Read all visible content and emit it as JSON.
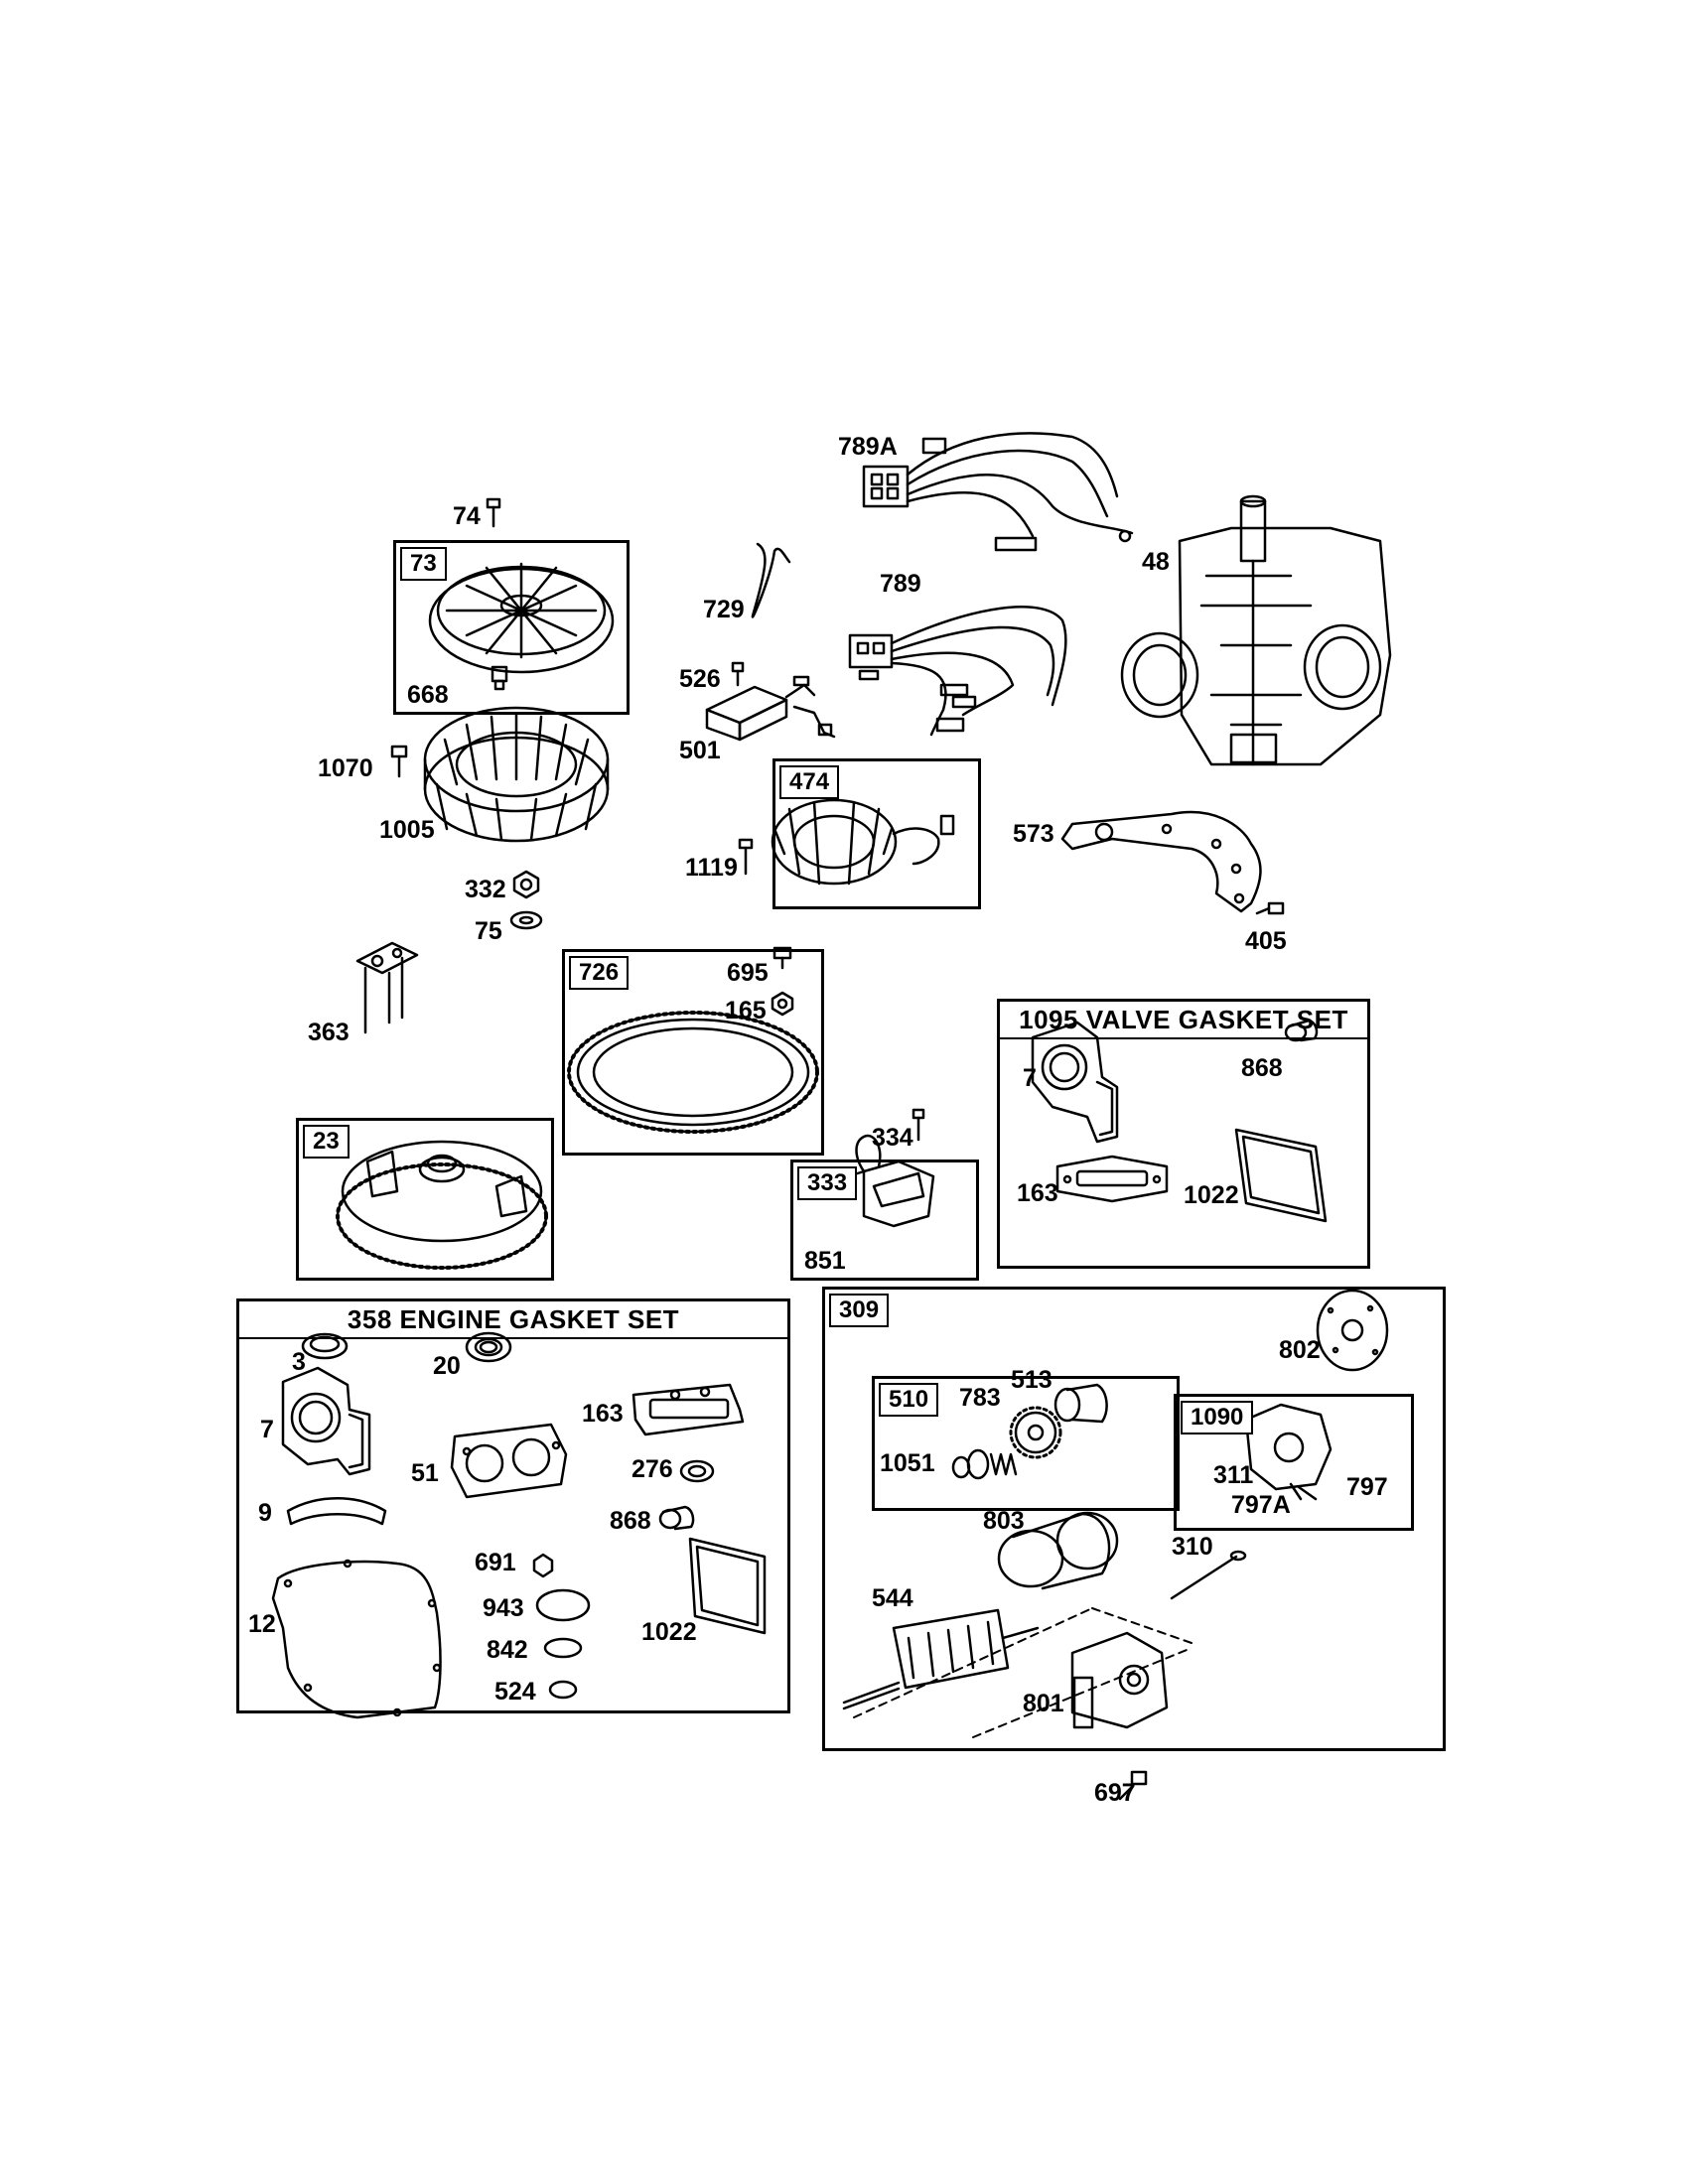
{
  "boxes": {
    "b73": "73",
    "b474": "474",
    "b726": "726",
    "b23": "23",
    "b333": "333",
    "b1095": "1095 VALVE GASKET SET",
    "b358": "358 ENGINE GASKET SET",
    "b309": "309",
    "b510": "510",
    "b1090": "1090"
  },
  "labels": {
    "p74": "74",
    "p668": "668",
    "p1070": "1070",
    "p1005": "1005",
    "p332": "332",
    "p75": "75",
    "p363": "363",
    "p789A": "789A",
    "p48": "48",
    "p729": "729",
    "p789": "789",
    "p526": "526",
    "p501": "501",
    "p1119": "1119",
    "p573": "573",
    "p405": "405",
    "p695": "695",
    "p165": "165",
    "p334": "334",
    "p851": "851",
    "v7": "7",
    "v868": "868",
    "v163": "163",
    "v1022": "1022",
    "g3": "3",
    "g20": "20",
    "g7": "7",
    "g163": "163",
    "g51": "51",
    "g276": "276",
    "g9": "9",
    "g868": "868",
    "g691": "691",
    "g943": "943",
    "g12": "12",
    "g842": "842",
    "g524": "524",
    "g1022": "1022",
    "s802": "802",
    "s783": "783",
    "s513": "513",
    "s1051": "1051",
    "s311": "311",
    "s797": "797",
    "s797A": "797A",
    "s803": "803",
    "s310": "310",
    "s544": "544",
    "s801": "801",
    "p697": "697"
  }
}
